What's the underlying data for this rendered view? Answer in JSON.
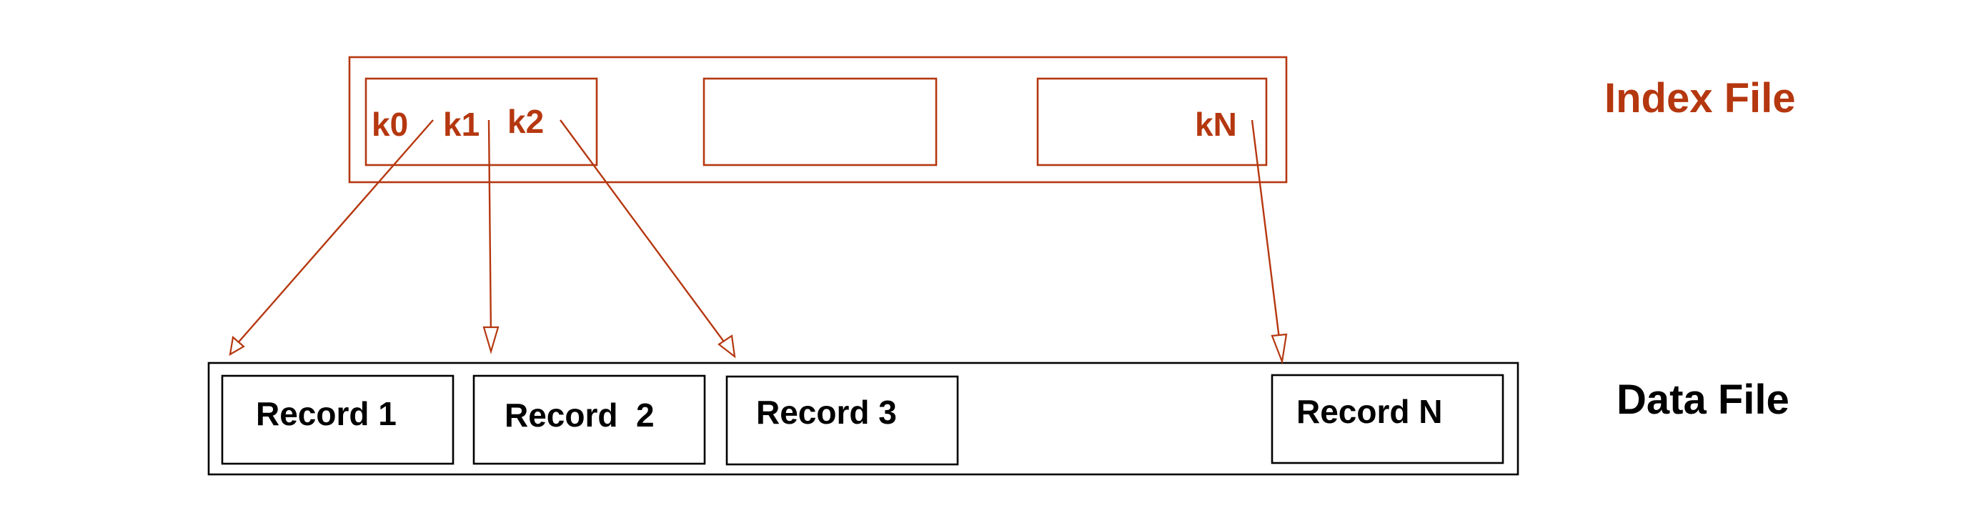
{
  "index_file": {
    "title": "Index File",
    "color": "#b5370f",
    "keys": [
      "k0",
      "k1",
      "k2",
      "kN"
    ]
  },
  "data_file": {
    "title": "Data File",
    "color": "#000000",
    "records": [
      "Record 1",
      "Record  2",
      "Record 3",
      "Record N"
    ]
  },
  "arrows": [
    {
      "from": "k0",
      "to": "Record 1"
    },
    {
      "from": "k1",
      "to": "Record  2"
    },
    {
      "from": "k2",
      "to": "Record 3"
    },
    {
      "from": "kN",
      "to": "Record N"
    }
  ]
}
